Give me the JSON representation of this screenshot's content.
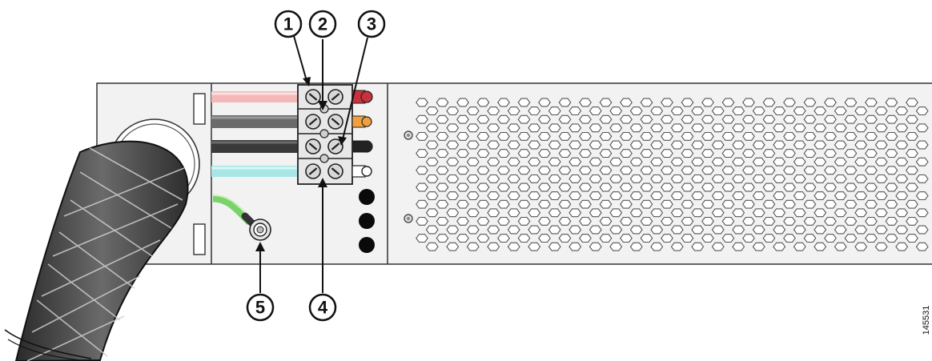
{
  "diagram": {
    "callouts": [
      {
        "id": "1",
        "label": "1"
      },
      {
        "id": "2",
        "label": "2"
      },
      {
        "id": "3",
        "label": "3"
      },
      {
        "id": "4",
        "label": "4"
      },
      {
        "id": "5",
        "label": "5"
      }
    ],
    "side_label": "145531",
    "colors": {
      "wire_pink": "#f4b8b8",
      "wire_gray": "#6b6b6b",
      "wire_dark": "#3a3a3a",
      "wire_cyan": "#a8e6e6",
      "wire_green": "#7ad36a",
      "tip_red": "#c8323c",
      "tip_orange": "#f0a040",
      "conduit": "#4a4a4a"
    }
  }
}
